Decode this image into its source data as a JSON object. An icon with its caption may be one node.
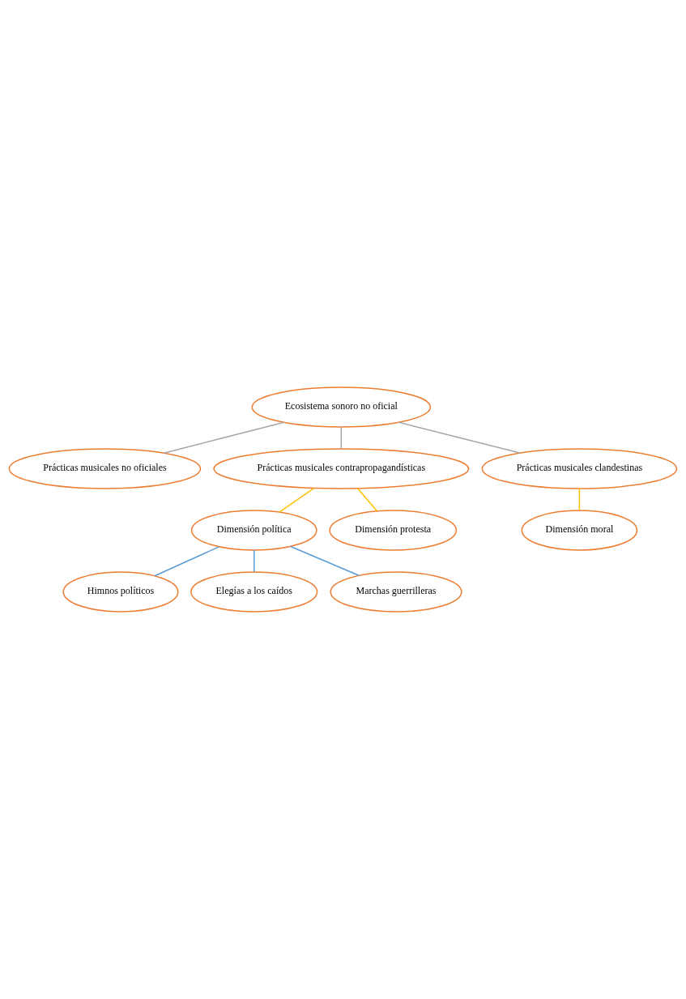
{
  "diagram": {
    "nodes": [
      {
        "text": [
          "Ecosistema sonoro no oficial"
        ]
      },
      {
        "text": [
          "Prácticas musicales no oficiales"
        ]
      },
      {
        "text": [
          "Prácticas musicales contrapropagandísticas"
        ]
      },
      {
        "text": [
          "Prácticas musicales clandestinas"
        ]
      },
      {
        "text": [
          "Dimensión política"
        ]
      },
      {
        "text": [
          "Dimensión protesta"
        ]
      },
      {
        "text": [
          "Dimensión moral"
        ]
      },
      {
        "text": [
          "Himnos políticos"
        ]
      },
      {
        "text": [
          "Elegías a los caídos"
        ]
      },
      {
        "text": [
          "Marchas guerrilleras"
        ]
      }
    ],
    "edges": [
      {
        "from": 0,
        "to": 1,
        "arrow": "none",
        "color": "#a6a6a6"
      },
      {
        "from": 0,
        "to": 2,
        "arrow": "none",
        "color": "#a6a6a6"
      },
      {
        "from": 0,
        "to": 3,
        "arrow": "none",
        "color": "#a6a6a6"
      },
      {
        "from": 2,
        "to": 4,
        "arrow": "none",
        "color": "#ffc000"
      },
      {
        "from": 2,
        "to": 5,
        "arrow": "none",
        "color": "#ffc000"
      },
      {
        "from": 3,
        "to": 6,
        "arrow": "none",
        "color": "#ffc000"
      },
      {
        "from": 4,
        "to": 7,
        "arrow": "none",
        "color": "#5b9bd5"
      },
      {
        "from": 4,
        "to": 8,
        "arrow": "none",
        "color": "#5b9bd5"
      },
      {
        "from": 4,
        "to": 9,
        "arrow": "none",
        "color": "#5b9bd5"
      }
    ]
  }
}
